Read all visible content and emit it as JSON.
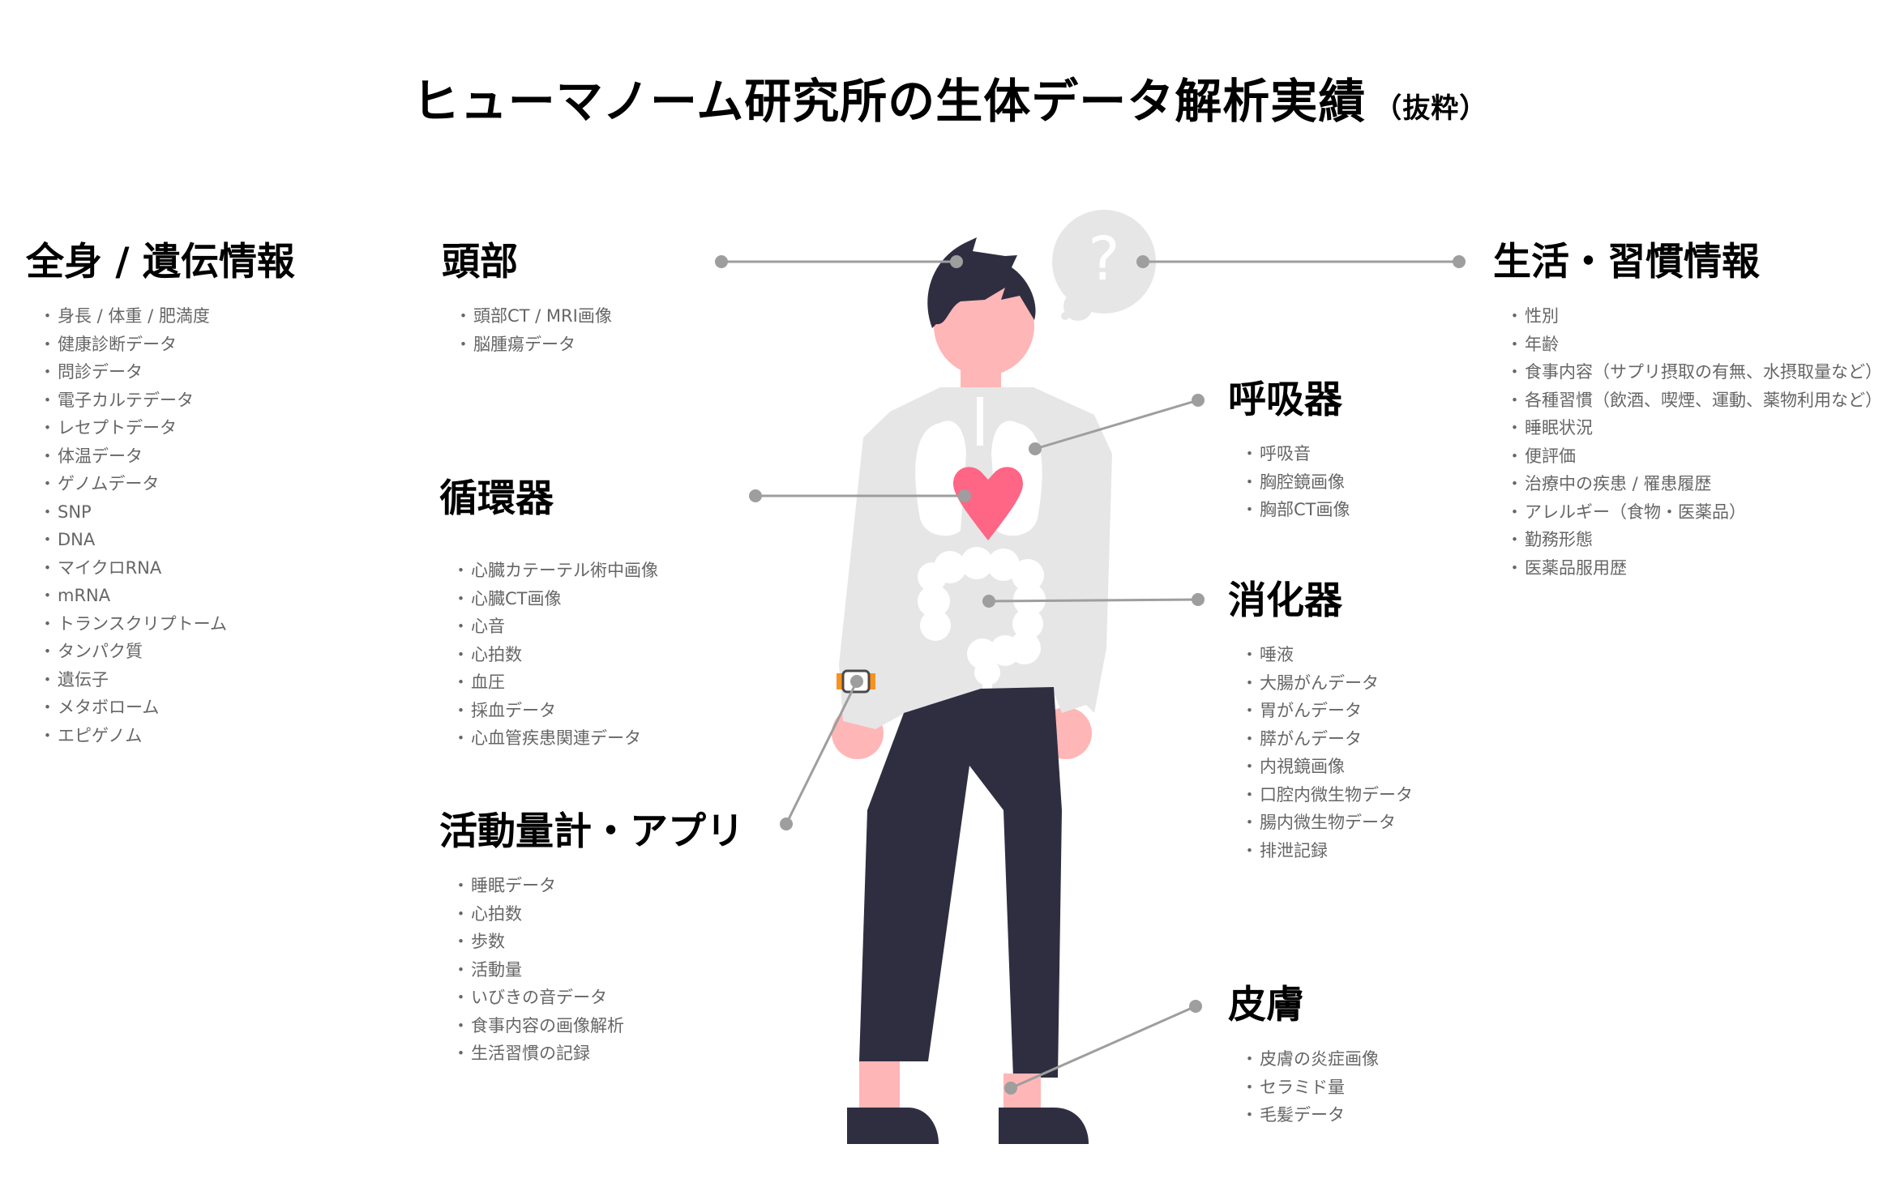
{
  "title": {
    "main": "ヒューマノーム研究所の生体データ解析実績",
    "sub": "（抜粋）"
  },
  "sections": {
    "whole_body": {
      "heading": "全身 / 遺伝情報",
      "items": [
        "身長 / 体重 / 肥満度",
        "健康診断データ",
        "問診データ",
        "電子カルテデータ",
        "レセプトデータ",
        "体温データ",
        "ゲノムデータ",
        "SNP",
        "DNA",
        "マイクロRNA",
        "mRNA",
        "トランスクリプトーム",
        "タンパク質",
        "遺伝子",
        "メタボローム",
        "エピゲノム"
      ]
    },
    "head": {
      "heading": "頭部",
      "items": [
        "頭部CT / MRI画像",
        "脳腫瘍データ"
      ]
    },
    "circulatory": {
      "heading": "循環器",
      "items": [
        "心臓カテーテル術中画像",
        "心臓CT画像",
        "心音",
        "心拍数",
        "血圧",
        "採血データ",
        "心血管疾患関連データ"
      ]
    },
    "wearable": {
      "heading": "活動量計・アプリ",
      "items": [
        "睡眠データ",
        "心拍数",
        "歩数",
        "活動量",
        "いびきの音データ",
        "食事内容の画像解析",
        "生活習慣の記録"
      ]
    },
    "respiratory": {
      "heading": "呼吸器",
      "items": [
        "呼吸音",
        "胸腔鏡画像",
        "胸部CT画像"
      ]
    },
    "digestive": {
      "heading": "消化器",
      "items": [
        "唾液",
        "大腸がんデータ",
        "胃がんデータ",
        "膵がんデータ",
        "内視鏡画像",
        "口腔内微生物データ",
        "腸内微生物データ",
        "排泄記録"
      ]
    },
    "skin": {
      "heading": "皮膚",
      "items": [
        "皮膚の炎症画像",
        "セラミド量",
        "毛髪データ"
      ]
    },
    "lifestyle": {
      "heading": "生活・習慣情報",
      "items": [
        "性別",
        "年齢",
        "食事内容（サプリ摂取の有無、水摂取量など）",
        "各種習慣（飲酒、喫煙、運動、薬物利用など）",
        "睡眠状況",
        "便評価",
        "治療中の疾患 / 罹患履歴",
        "アレルギー（食物・医薬品）",
        "勤務形態",
        "医薬品服用歴"
      ]
    }
  },
  "figure": {
    "thought_bubble_glyph": "?",
    "colors": {
      "hair_pants_shoes": "#2f2e41",
      "skin": "#ffb6b6",
      "shirt": "#e6e6e6",
      "organs": "#ffffff",
      "heart": "#ff6584",
      "leader": "#9e9e9e",
      "watch_band": "#f7931e"
    }
  }
}
